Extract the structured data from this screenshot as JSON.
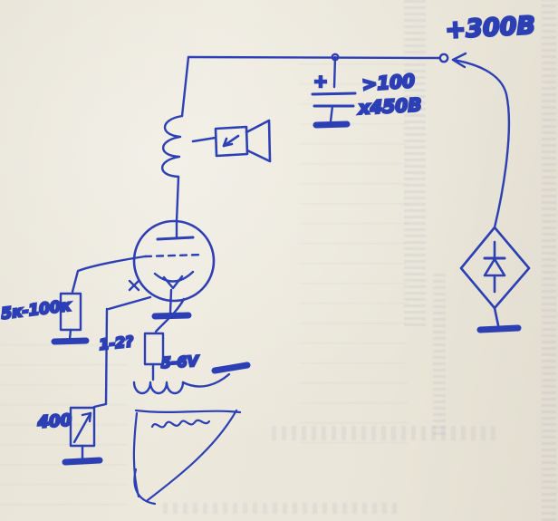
{
  "colors": {
    "ink": "#2236b2",
    "paper": "#eae6da"
  },
  "labels": {
    "supply": "+300В",
    "cap_polarity": "+",
    "cap_value": ">100",
    "cap_rating": "х450В",
    "grid_resistor": "5к-100к",
    "filament_resistor": "1-2?",
    "filament_voltage": "5-6V",
    "shunt_value": "400"
  }
}
